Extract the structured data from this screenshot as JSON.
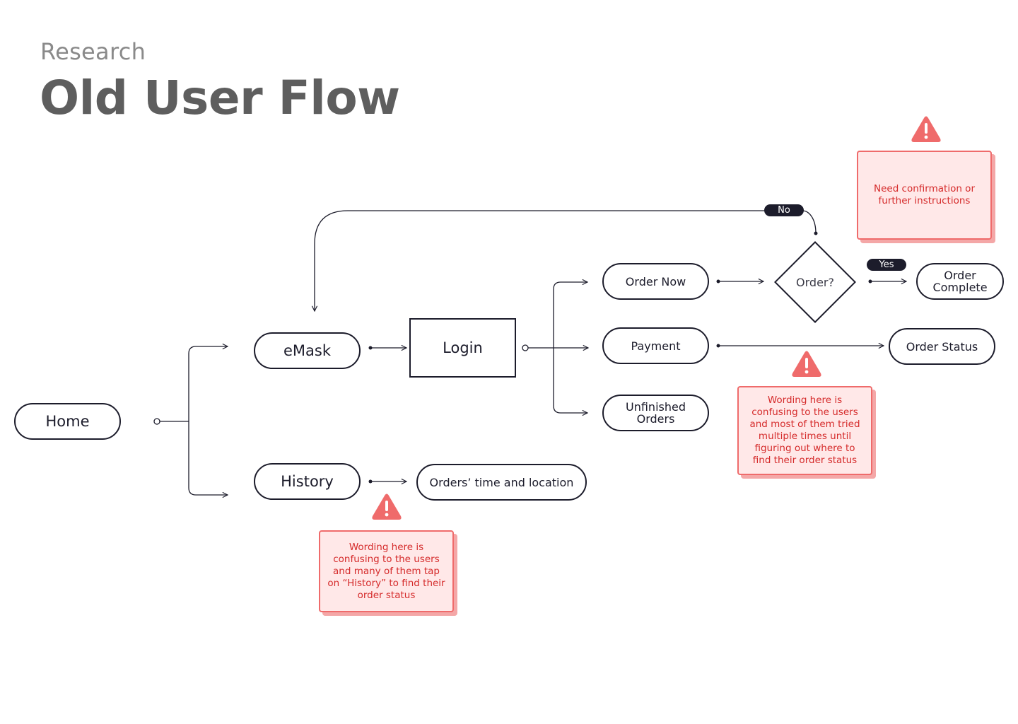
{
  "header": {
    "eyebrow": "Research",
    "title": "Old User Flow"
  },
  "nodes": {
    "home": "Home",
    "emask": "eMask",
    "login": "Login",
    "history": "History",
    "orders_time_location": "Orders’ time and location",
    "order_now": "Order Now",
    "payment": "Payment",
    "unfinished_orders": [
      "Unfinished",
      "Orders"
    ],
    "order_decision": "Order?",
    "order_complete": [
      "Order",
      "Complete"
    ],
    "order_status": "Order Status"
  },
  "edge_labels": {
    "no": "No",
    "yes": "Yes"
  },
  "notes": {
    "order_confirmation": "Need confirmation or further instructions",
    "payment_wording": "Wording here is confusing to the users and most of them tried multiple times until figuring out where to find their order status",
    "history_wording": "Wording here is confusing to the users and many of them tap on “History” to find their order status"
  },
  "colors": {
    "stroke": "#1c1c2b",
    "warning": "#ef6b6b",
    "note_fill": "#ffe8e8",
    "note_text": "#d52b2b",
    "title": "#5e5e5e",
    "eyebrow": "#8a8a8a"
  },
  "icons": {
    "warning": "warning-triangle-icon"
  }
}
